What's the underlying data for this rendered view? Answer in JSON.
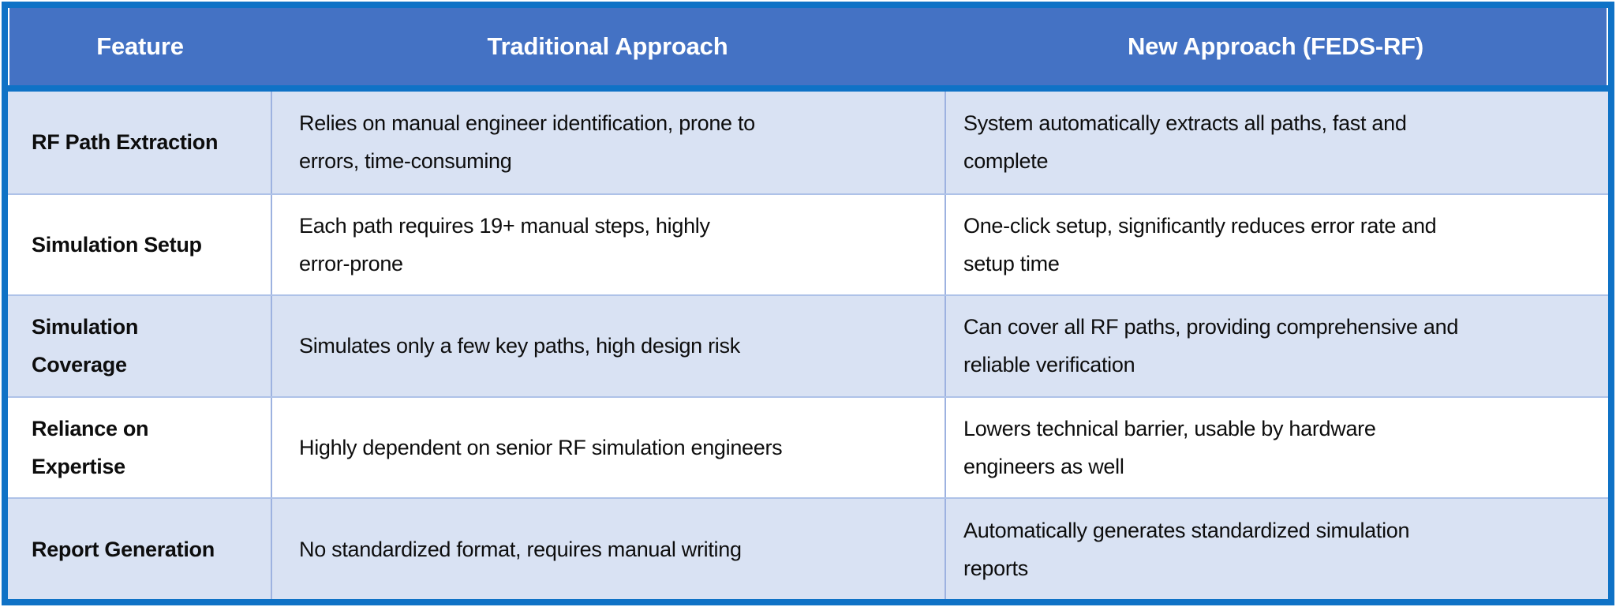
{
  "table": {
    "columns": [
      "Feature",
      "Traditional Approach",
      "New Approach (FEDS-RF)"
    ],
    "rows": [
      {
        "feature": "RF Path Extraction",
        "traditional": "Relies on manual engineer identification, prone to\nerrors, time-consuming",
        "new_approach": "System automatically extracts all paths, fast and\ncomplete"
      },
      {
        "feature": "Simulation Setup",
        "traditional": "Each path requires 19+ manual steps, highly\nerror-prone",
        "new_approach": "One-click setup, significantly reduces error rate and\nsetup time"
      },
      {
        "feature": "Simulation\nCoverage",
        "traditional": "Simulates only a few key paths, high design risk",
        "new_approach": "Can cover all RF paths, providing comprehensive and\nreliable verification"
      },
      {
        "feature": "Reliance on\nExpertise",
        "traditional": "Highly dependent on senior RF simulation engineers",
        "new_approach": "Lowers technical barrier, usable by hardware\nengineers as well"
      },
      {
        "feature": "Report Generation",
        "traditional": "No standardized format, requires manual writing",
        "new_approach": "Automatically generates standardized simulation\nreports"
      }
    ]
  },
  "colors": {
    "frame_border": "#0F72C6",
    "header_bg": "#4472C4",
    "header_text": "#FFFFFF",
    "row_alt_bg": "#D9E2F3",
    "row_bg": "#FFFFFF",
    "column_divider": "#9DB2E0",
    "row_divider": "#AEC2E8",
    "body_text": "#0D0D0D"
  }
}
